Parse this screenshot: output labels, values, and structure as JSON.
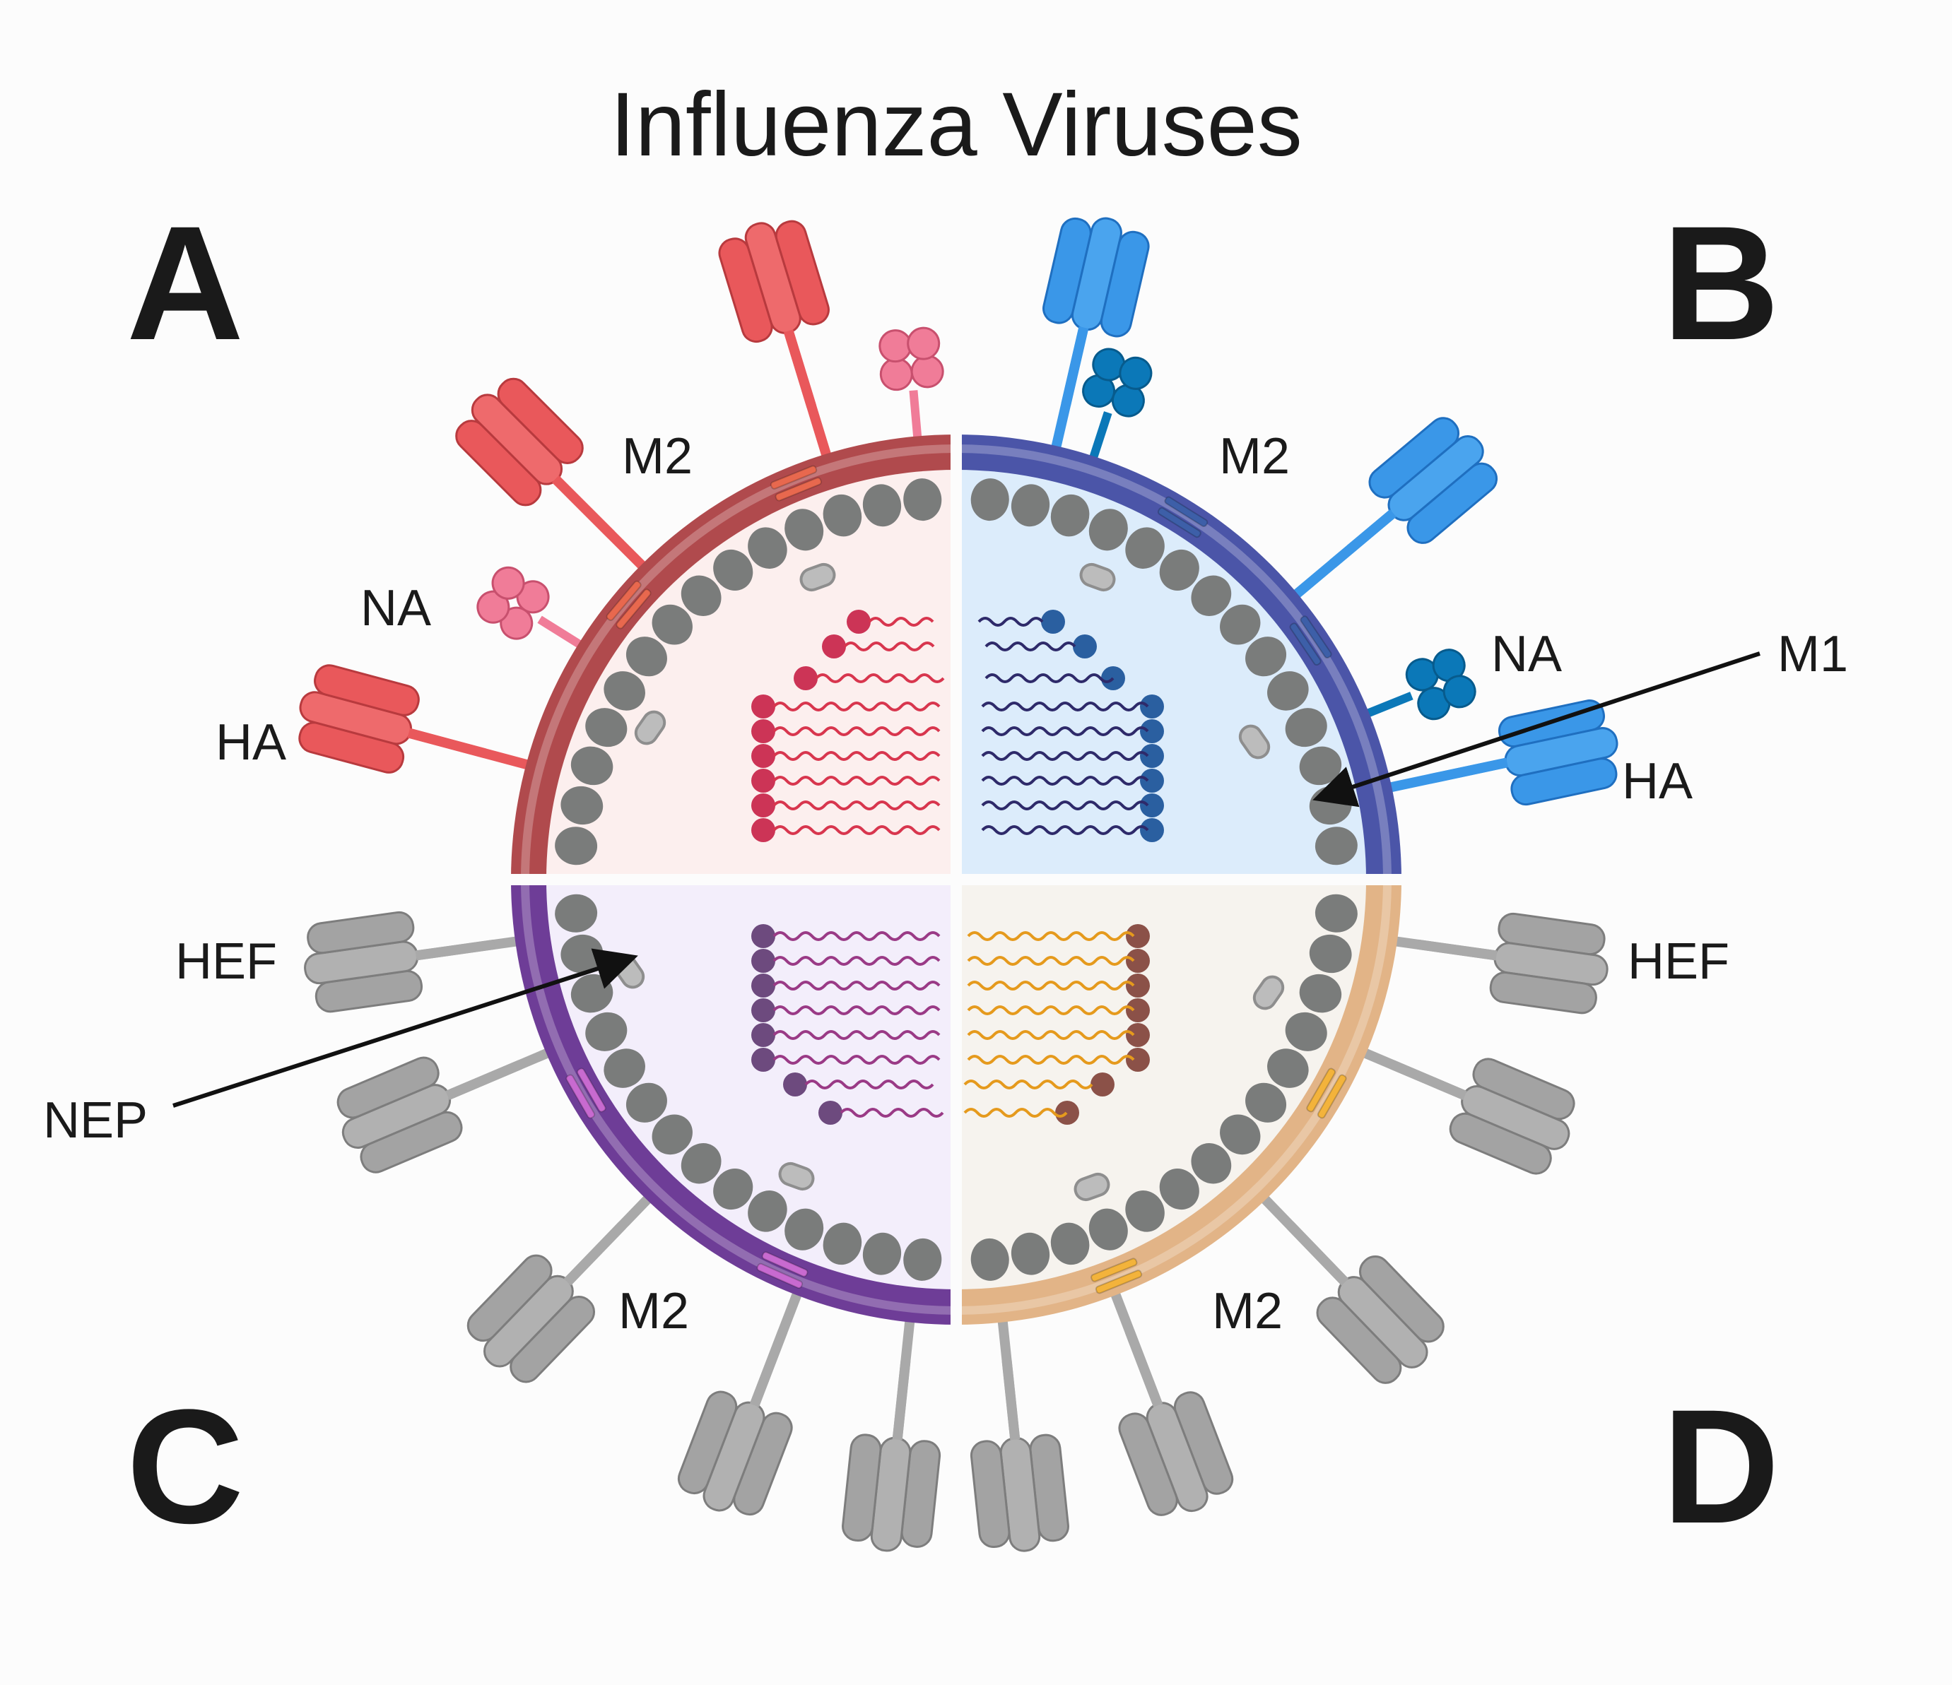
{
  "title": "Influenza Viruses",
  "quadrants": [
    {
      "letter": "A",
      "color": "#b5494c"
    },
    {
      "letter": "B",
      "color": "#4d5ab0"
    },
    {
      "letter": "C",
      "color": "#6b3a94"
    },
    {
      "letter": "D",
      "color": "#d09a6c"
    }
  ],
  "labels": {
    "m2": "M2",
    "na": "NA",
    "ha": "HA",
    "m1": "M1",
    "hef": "HEF",
    "nep": "NEP"
  },
  "colors": {
    "a_envelope": "#b04a4d",
    "a_fill": "#fcefee",
    "a_spike": "#e9585b",
    "a_na": "#f07c98",
    "b_envelope": "#4b55a8",
    "b_fill": "#dcecfb",
    "b_spike": "#3a97e8",
    "b_na": "#0b78b8",
    "c_envelope": "#6e3d97",
    "c_fill": "#f3eefb",
    "d_envelope": "#e2b487",
    "d_fill": "#f6f3ee",
    "hef_spike": "#a9a9a9",
    "m1_bead": "#7a7c7b",
    "nep_bead": "#bcbcbc"
  }
}
